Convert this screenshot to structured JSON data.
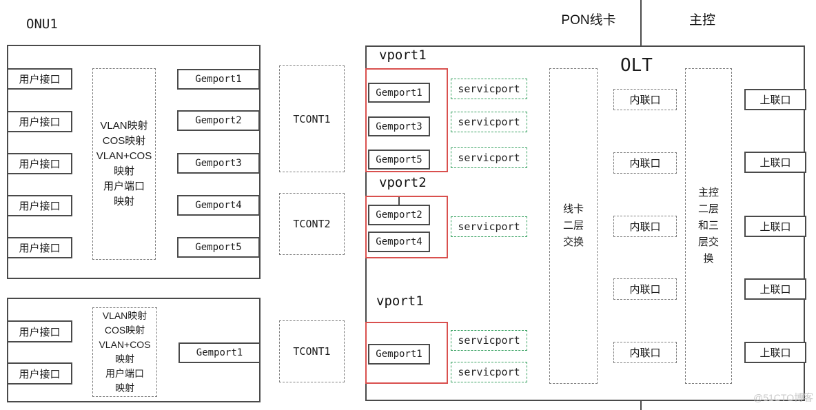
{
  "labels": {
    "onu_title": "ONU1",
    "pon_card": "PON线卡",
    "master": "主控",
    "olt_title": "OLT",
    "watermark": "@51CTO博客"
  },
  "onu_top": {
    "user_ports": [
      "用户接口",
      "用户接口",
      "用户接口",
      "用户接口",
      "用户接口"
    ],
    "mapping_text": "VLAN映射\nCOS映射\nVLAN+COS\n映射\n用户端口\n映射",
    "gemports": [
      "Gemport1",
      "Gemport2",
      "Gemport3",
      "Gemport4",
      "Gemport5"
    ],
    "tcont1": "TCONT1",
    "tcont2": "TCONT2"
  },
  "onu_bottom": {
    "user_ports": [
      "用户接口",
      "用户接口"
    ],
    "mapping_text": "VLAN映射\nCOS映射\nVLAN+COS\n映射\n用户端口\n映射",
    "gemport": "Gemport1",
    "tcont": "TCONT1"
  },
  "olt": {
    "vport_top": {
      "label": "vport1",
      "gemports": [
        "Gemport1",
        "Gemport3",
        "Gemport5"
      ],
      "serviceports": [
        "servicport",
        "servicport",
        "servicport"
      ]
    },
    "vport_mid": {
      "label": "vport2",
      "gemports": [
        "Gemport2",
        "Gemport4"
      ],
      "serviceports": [
        "servicport"
      ]
    },
    "vport_bottom": {
      "label": "vport1",
      "gemports": [
        "Gemport1"
      ],
      "serviceports": [
        "servicport",
        "servicport"
      ]
    },
    "linecard_switch": "线卡\n二层\n交换",
    "internal_ports": [
      "内联口",
      "内联口",
      "内联口",
      "内联口",
      "内联口"
    ],
    "master_switch": "主控\n二层\n和三\n层交\n换",
    "uplink_ports": [
      "上联口",
      "上联口",
      "上联口",
      "上联口",
      "上联口"
    ]
  },
  "colors": {
    "vport_border": "#d9504e",
    "serviceport_border": "#34a05e",
    "box_border": "#4a4a4a",
    "dashed_border": "#7c7c7c",
    "watermark": "#c9c9c9"
  }
}
